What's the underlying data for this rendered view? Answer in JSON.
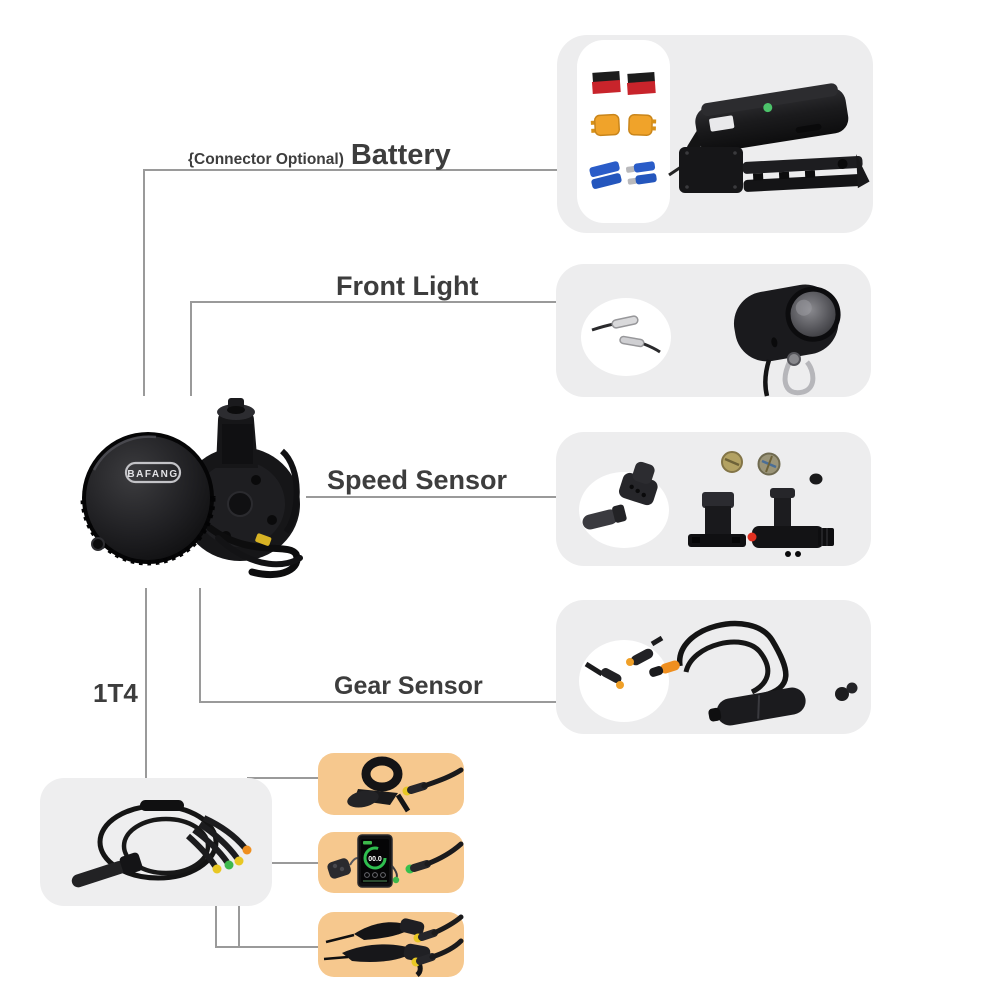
{
  "page": {
    "background": "#ffffff"
  },
  "labels": {
    "connector_optional": "{Connector Optional)",
    "battery": "Battery",
    "front_light": "Front Light",
    "speed_sensor": "Speed Sensor",
    "gear_sensor": "Gear Sensor",
    "harness": "1T4"
  },
  "motor": {
    "brand": "BAFANG"
  },
  "display": {
    "speed_value": "00.0"
  },
  "colors": {
    "panel_gray": "#ededee",
    "panel_orange": "#f6c88e",
    "connector_line": "#9a9a9a",
    "label_text": "#3d3d3d",
    "anderson_red": "#c8242b",
    "anderson_black": "#1c1c1c",
    "xt60_yellow": "#f0a32a",
    "bullet_blue": "#2a5cc8",
    "cable_tip_yellow": "#e8c723",
    "cable_tip_green": "#3db84b",
    "cable_tip_orange": "#ef8f1f",
    "display_ring_green": "#2fbf4f",
    "battery_led_green": "#4cc36a"
  },
  "parts": {
    "battery_box": [
      "anderson-connector-pair",
      "xt60-connector-pair",
      "bullet-connector-pair",
      "battery-pack",
      "controller-with-mount-rail"
    ],
    "front_light_box": [
      "wire-terminals",
      "headlight-with-bracket"
    ],
    "speed_sensor_box": [
      "cable-plugs",
      "mounting-screws",
      "spoke-magnet",
      "speed-sensor-brackets"
    ],
    "gear_sensor_box": [
      "cable-connectors",
      "gear-sensor-cable"
    ],
    "harness_box": [
      "1t4-main-cable-with-4-connectors"
    ],
    "throttle_box": [
      "thumb-throttle",
      "throttle-cable"
    ],
    "display_box": [
      "lcd-display",
      "remote-button-pad",
      "display-cable"
    ],
    "brake_box": [
      "brake-lever-pair",
      "brake-cables"
    ]
  }
}
